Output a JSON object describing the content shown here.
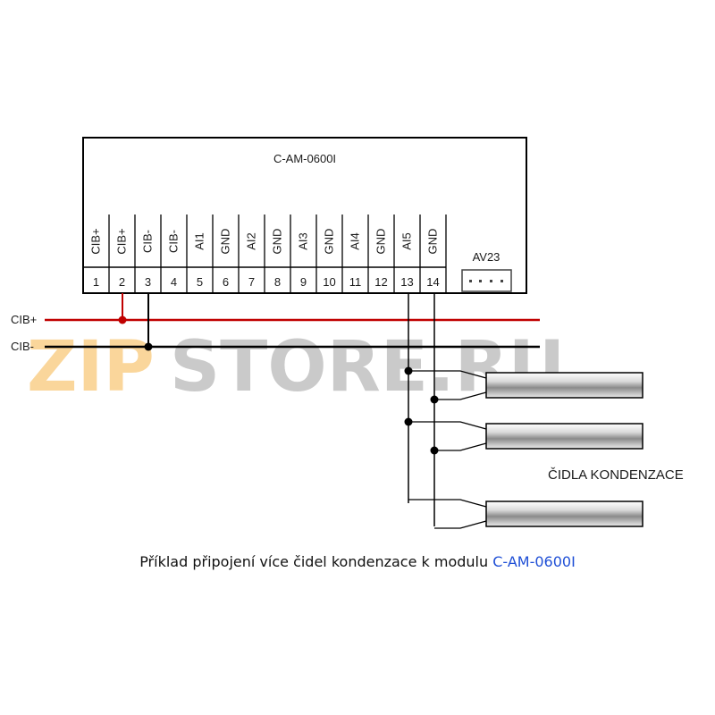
{
  "module": {
    "title": "C-AM-0600I",
    "connector_label": "AV23",
    "terminals": [
      {
        "number": "1",
        "signal": "CIB+"
      },
      {
        "number": "2",
        "signal": "CIB+"
      },
      {
        "number": "3",
        "signal": "CIB-"
      },
      {
        "number": "4",
        "signal": "CIB-"
      },
      {
        "number": "5",
        "signal": "AI1"
      },
      {
        "number": "6",
        "signal": "GND"
      },
      {
        "number": "7",
        "signal": "AI2"
      },
      {
        "number": "8",
        "signal": "GND"
      },
      {
        "number": "9",
        "signal": "AI3"
      },
      {
        "number": "10",
        "signal": "GND"
      },
      {
        "number": "11",
        "signal": "AI4"
      },
      {
        "number": "12",
        "signal": "GND"
      },
      {
        "number": "13",
        "signal": "AI5"
      },
      {
        "number": "14",
        "signal": "GND"
      }
    ]
  },
  "bus": {
    "plus_label": "CIB+",
    "minus_label": "CIB-",
    "plus_color": "#c00000",
    "minus_color": "#000000"
  },
  "sensors_label": "ČIDLA KONDENZACE",
  "sensor_count": 3,
  "caption": {
    "text": "Příklad připojení více čidel kondenzace k modulu",
    "highlight": "C-AM-0600I",
    "highlight_color": "#1f4fd6"
  },
  "watermark": {
    "text_left": "ZIP",
    "text_right": "STORE.RU",
    "color_left": "#f5a623",
    "color_right": "#8c8c8c"
  }
}
